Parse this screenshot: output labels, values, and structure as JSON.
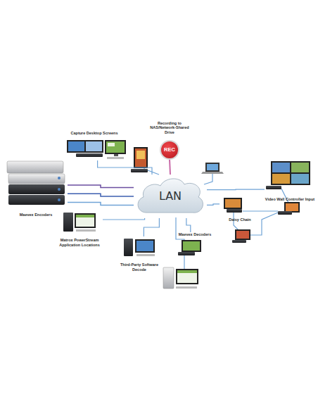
{
  "diagram": {
    "nodes": [
      {
        "text": [
          "Capture Desktop Screens"
        ]
      },
      {
        "text": [
          "Recording to NAS/Network-Shared Drive",
          "REC"
        ]
      },
      {
        "text": [
          "Maevex Encoders"
        ]
      },
      {
        "text": [
          "LAN"
        ]
      },
      {
        "text": [
          "Video Wall Controller Input"
        ]
      },
      {
        "text": [
          "Daisy Chain"
        ]
      },
      {
        "text": [
          "Matrox PowerStream Application Locations"
        ]
      },
      {
        "text": [
          "Maevex Decoders"
        ]
      },
      {
        "text": [
          "Third-Party Software Decode"
        ]
      }
    ],
    "edges": [
      {
        "from": 0,
        "to": 3,
        "arrow": "none"
      },
      {
        "from": 1,
        "to": 3,
        "arrow": "none"
      },
      {
        "from": 2,
        "to": 3,
        "arrow": "none"
      },
      {
        "from": 2,
        "to": 3,
        "arrow": "none"
      },
      {
        "from": 2,
        "to": 3,
        "arrow": "none"
      },
      {
        "from": 3,
        "to": 4,
        "arrow": "none"
      },
      {
        "from": 3,
        "to": 5,
        "arrow": "none"
      },
      {
        "from": 3,
        "to": 6,
        "arrow": "none"
      },
      {
        "from": 3,
        "to": 7,
        "arrow": "none"
      },
      {
        "from": 3,
        "to": 8,
        "arrow": "none"
      }
    ]
  }
}
